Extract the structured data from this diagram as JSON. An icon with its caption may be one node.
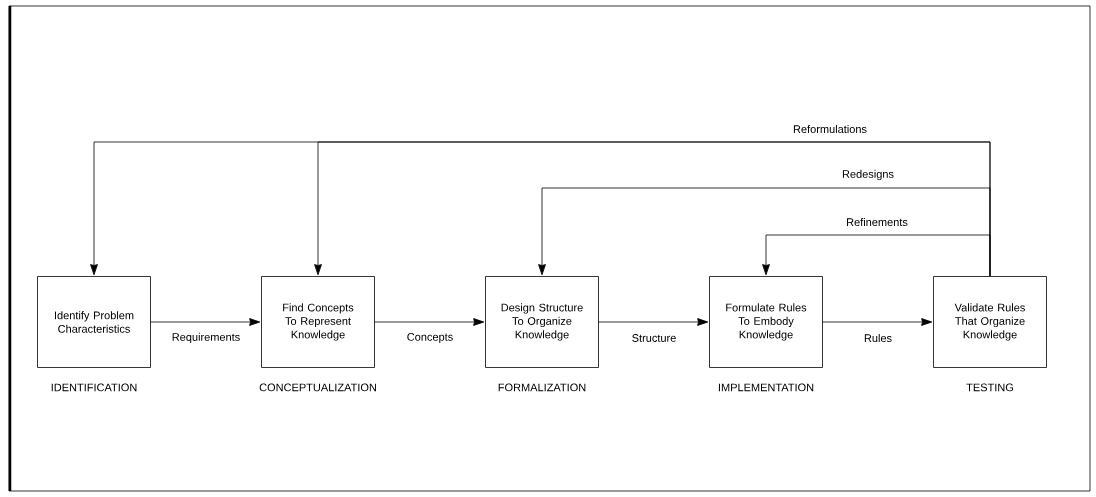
{
  "diagram": {
    "nodes": [
      {
        "text": [
          "Identify Problem Characteristics"
        ],
        "beside": [
          "IDENTIFICATION"
        ]
      },
      {
        "text": [
          "Find Concepts To Represent Knowledge"
        ],
        "beside": [
          "CONCEPTUALIZATION"
        ]
      },
      {
        "text": [
          "Design Structure To Organize Knowledge"
        ],
        "beside": [
          "FORMALIZATION"
        ]
      },
      {
        "text": [
          "Formulate Rules To Embody Knowledge"
        ],
        "beside": [
          "IMPLEMENTATION"
        ]
      },
      {
        "text": [
          "Validate Rules That Organize Knowledge"
        ],
        "beside": [
          "TESTING"
        ]
      }
    ],
    "edges": [
      {
        "from": 0,
        "to": 1,
        "arrow": "to",
        "label": "Requirements"
      },
      {
        "from": 1,
        "to": 2,
        "arrow": "to",
        "label": "Concepts"
      },
      {
        "from": 2,
        "to": 3,
        "arrow": "to",
        "label": "Structure"
      },
      {
        "from": 3,
        "to": 4,
        "arrow": "to",
        "label": "Rules"
      },
      {
        "from": 4,
        "to": 0,
        "arrow": "to",
        "label": "Reformulations"
      },
      {
        "from": 4,
        "to": 1,
        "arrow": "to"
      },
      {
        "from": 4,
        "to": 2,
        "arrow": "to",
        "label": "Redesigns"
      },
      {
        "from": 4,
        "to": 3,
        "arrow": "to",
        "label": "Refinements"
      }
    ]
  }
}
